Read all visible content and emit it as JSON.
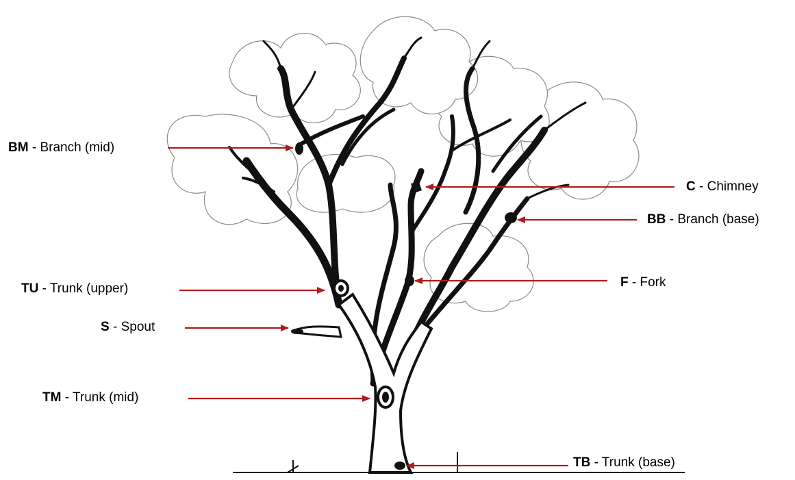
{
  "diagram": {
    "arrow_color": "#b01c1c",
    "labels": [
      {
        "id": "BM",
        "code": "BM",
        "sep": " - ",
        "text": "Branch (mid)"
      },
      {
        "id": "C",
        "code": "C",
        "sep": " - ",
        "text": "Chimney"
      },
      {
        "id": "BB",
        "code": "BB",
        "sep": " - ",
        "text": "Branch (base)"
      },
      {
        "id": "TU",
        "code": "TU",
        "sep": " - ",
        "text": "Trunk (upper)"
      },
      {
        "id": "F",
        "code": "F",
        "sep": " - ",
        "text": "Fork"
      },
      {
        "id": "S",
        "code": "S",
        "sep": " - ",
        "text": "Spout"
      },
      {
        "id": "TM",
        "code": "TM",
        "sep": " - ",
        "text": "Trunk (mid)"
      },
      {
        "id": "TB",
        "code": "TB",
        "sep": " - ",
        "text": "Trunk (base)"
      }
    ]
  }
}
